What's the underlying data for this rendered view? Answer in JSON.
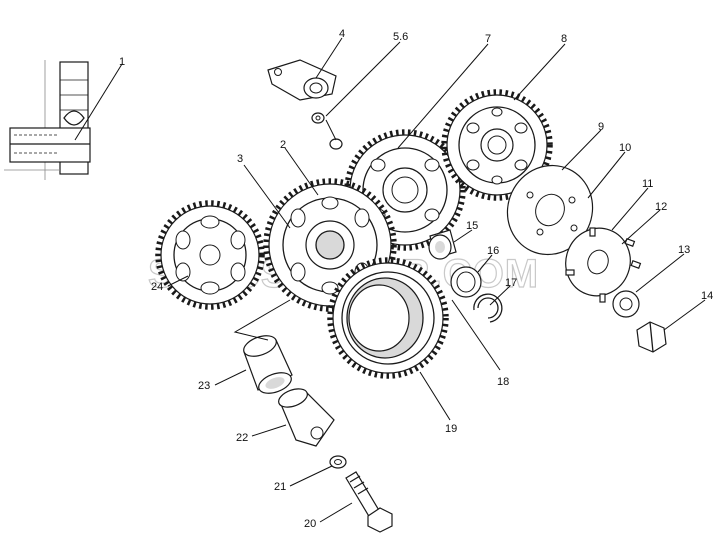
{
  "watermark": "SPECSERVER.COM",
  "callouts": [
    "1",
    "2",
    "3",
    "4",
    "5.6",
    "7",
    "8",
    "9",
    "10",
    "11",
    "12",
    "13",
    "14",
    "15",
    "16",
    "17",
    "18",
    "19",
    "20",
    "21",
    "22",
    "23",
    "24"
  ]
}
